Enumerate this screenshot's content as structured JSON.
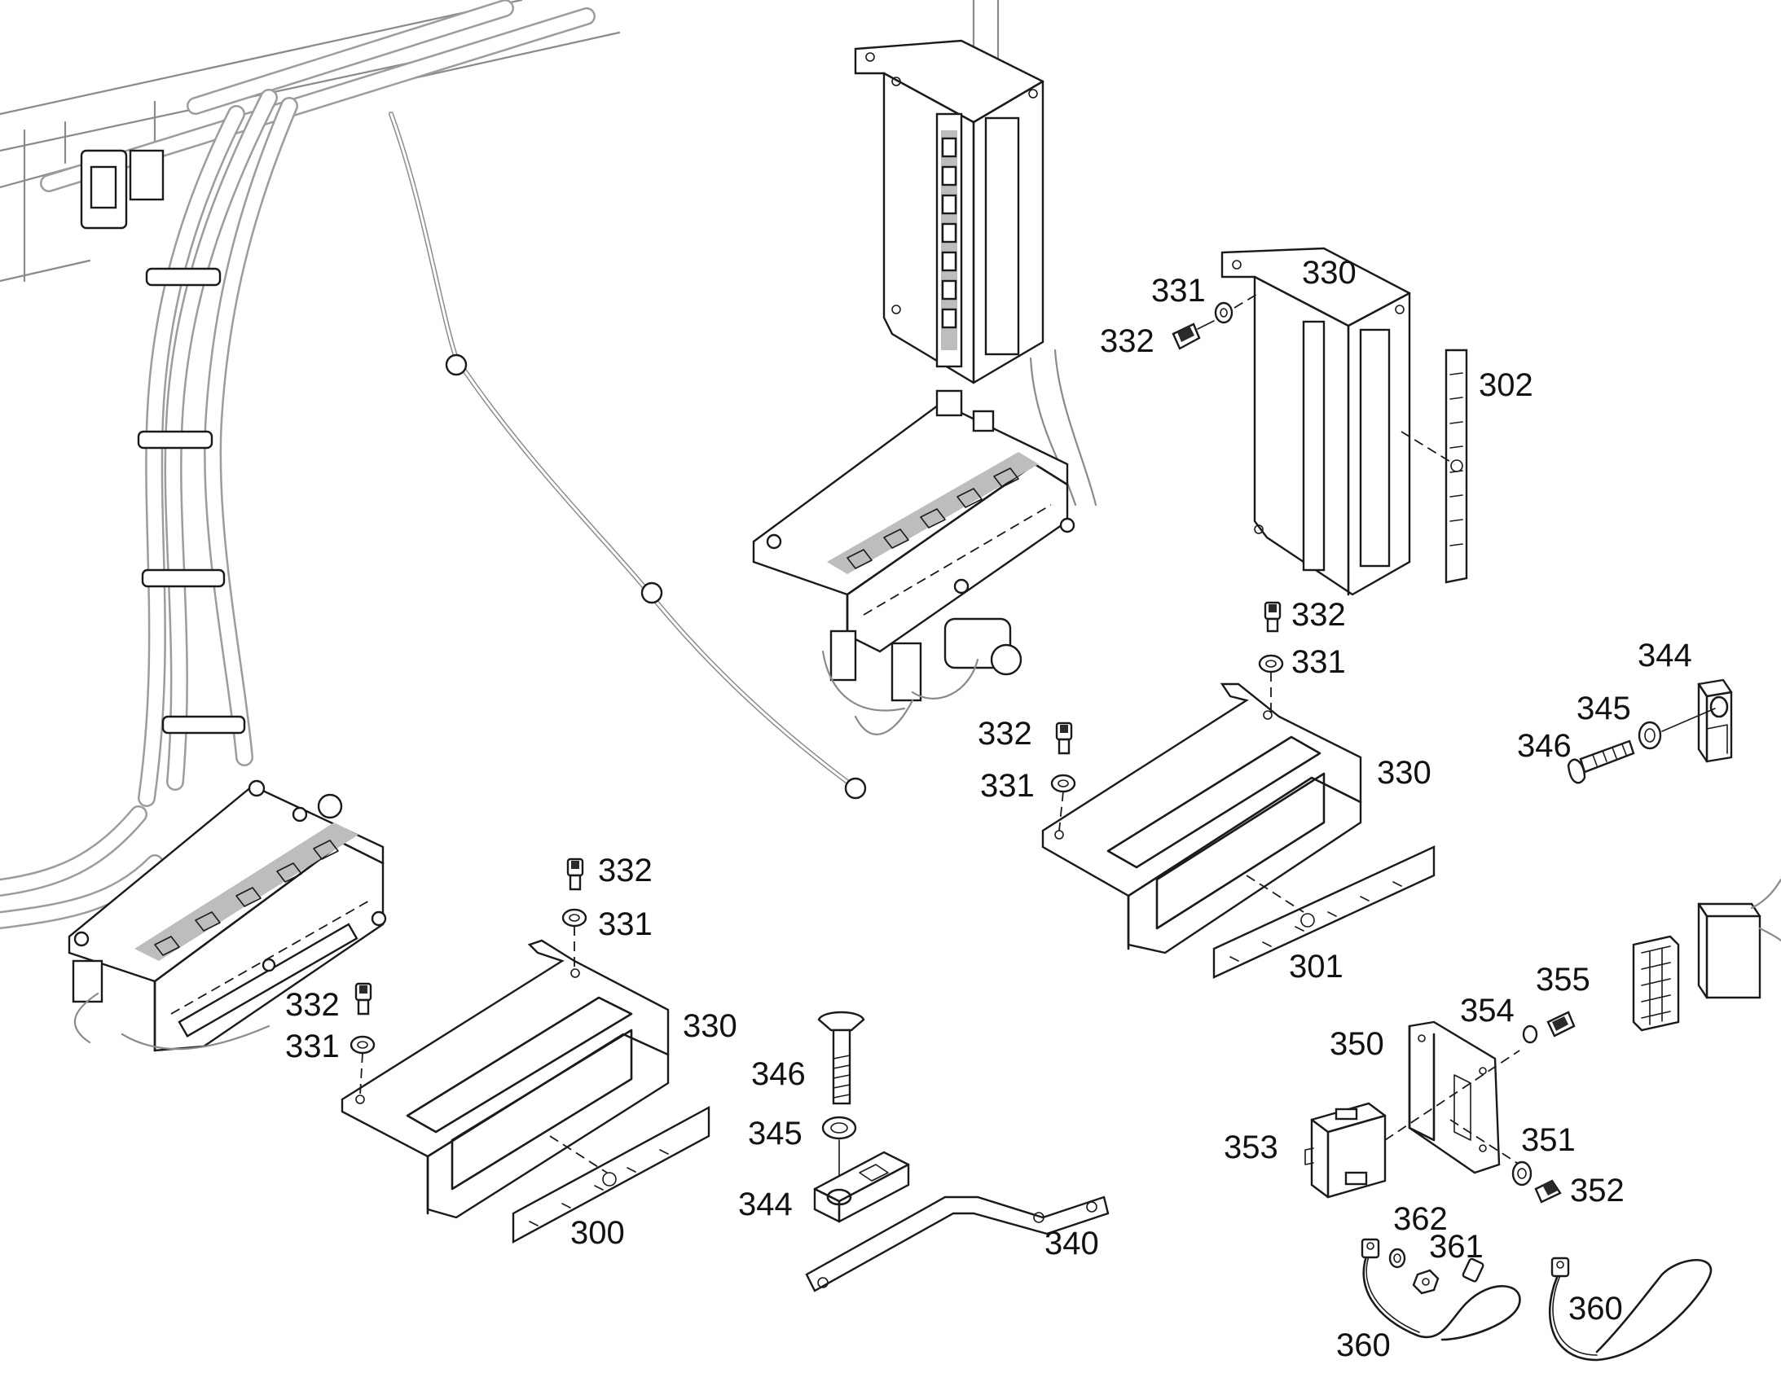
{
  "callouts": [
    {
      "id": "c300",
      "text": "300"
    },
    {
      "id": "c301",
      "text": "301"
    },
    {
      "id": "c302",
      "text": "302"
    },
    {
      "id": "c330a",
      "text": "330"
    },
    {
      "id": "c330b",
      "text": "330"
    },
    {
      "id": "c330c",
      "text": "330"
    },
    {
      "id": "c331a",
      "text": "331"
    },
    {
      "id": "c331b",
      "text": "331"
    },
    {
      "id": "c331c",
      "text": "331"
    },
    {
      "id": "c331d",
      "text": "331"
    },
    {
      "id": "c331e",
      "text": "331"
    },
    {
      "id": "c332a",
      "text": "332"
    },
    {
      "id": "c332b",
      "text": "332"
    },
    {
      "id": "c332c",
      "text": "332"
    },
    {
      "id": "c332d",
      "text": "332"
    },
    {
      "id": "c332e",
      "text": "332"
    },
    {
      "id": "c340",
      "text": "340"
    },
    {
      "id": "c344a",
      "text": "344"
    },
    {
      "id": "c344b",
      "text": "344"
    },
    {
      "id": "c345a",
      "text": "345"
    },
    {
      "id": "c345b",
      "text": "345"
    },
    {
      "id": "c346a",
      "text": "346"
    },
    {
      "id": "c346b",
      "text": "346"
    },
    {
      "id": "c350",
      "text": "350"
    },
    {
      "id": "c351",
      "text": "351"
    },
    {
      "id": "c352",
      "text": "352"
    },
    {
      "id": "c353",
      "text": "353"
    },
    {
      "id": "c354",
      "text": "354"
    },
    {
      "id": "c355",
      "text": "355"
    },
    {
      "id": "c360a",
      "text": "360"
    },
    {
      "id": "c360b",
      "text": "360"
    },
    {
      "id": "c361",
      "text": "361"
    },
    {
      "id": "c362",
      "text": "362"
    }
  ]
}
